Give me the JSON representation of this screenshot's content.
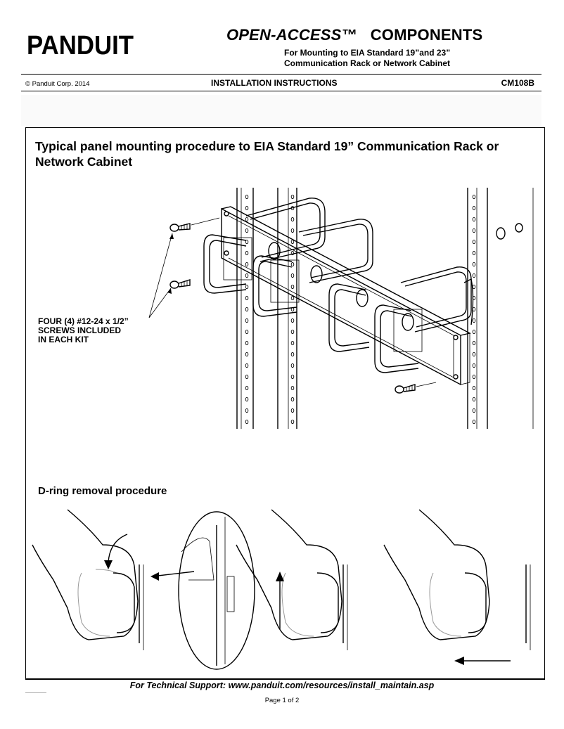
{
  "header": {
    "brand": "PANDUIT",
    "title_italic": "OPEN-ACCESS™",
    "title_main": "COMPONENTS",
    "subtitle_line1": "For Mounting to EIA Standard 19”and 23”",
    "subtitle_line2": "Communication Rack or Network Cabinet"
  },
  "info_bar": {
    "copyright": "© Panduit Corp. 2014",
    "heading": "INSTALLATION INSTRUCTIONS",
    "doc_number": "CM108B"
  },
  "main": {
    "heading": "Typical panel mounting procedure to EIA Standard 19” Communication Rack or Network Cabinet",
    "screw_label_lines": [
      "FOUR (4) #12-24 x 1/2”",
      "SCREWS INCLUDED",
      "IN EACH KIT"
    ],
    "dring_heading": "D-ring removal procedure"
  },
  "footer": {
    "support": "For Technical Support: www.panduit.com/resources/install_maintain.asp",
    "page": "Page 1 of 2"
  },
  "colors": {
    "ink": "#000000",
    "background": "#ffffff",
    "light_gray": "#999999"
  },
  "icons": [
    "panduit-logo",
    "screw-icon",
    "arrow-icon",
    "hand-illustration",
    "d-ring-illustration"
  ]
}
